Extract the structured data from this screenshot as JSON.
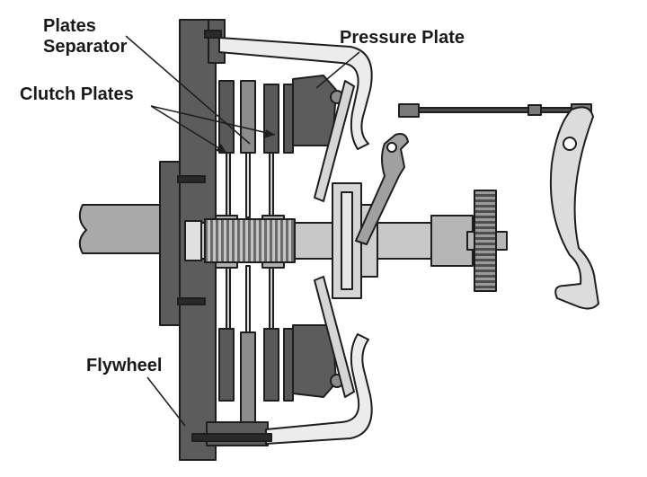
{
  "labels": {
    "plates_separator_line1": "Plates",
    "plates_separator_line2": "Separator",
    "clutch_plates": "Clutch Plates",
    "pressure_plate": "Pressure Plate",
    "flywheel": "Flywheel"
  },
  "colors": {
    "background": "#ffffff",
    "outline": "#1e1e1e",
    "dark_part": "#595959",
    "medium_part": "#8c8c8c",
    "light_part": "#b9b9b9",
    "pale_part": "#d9d9d9"
  }
}
